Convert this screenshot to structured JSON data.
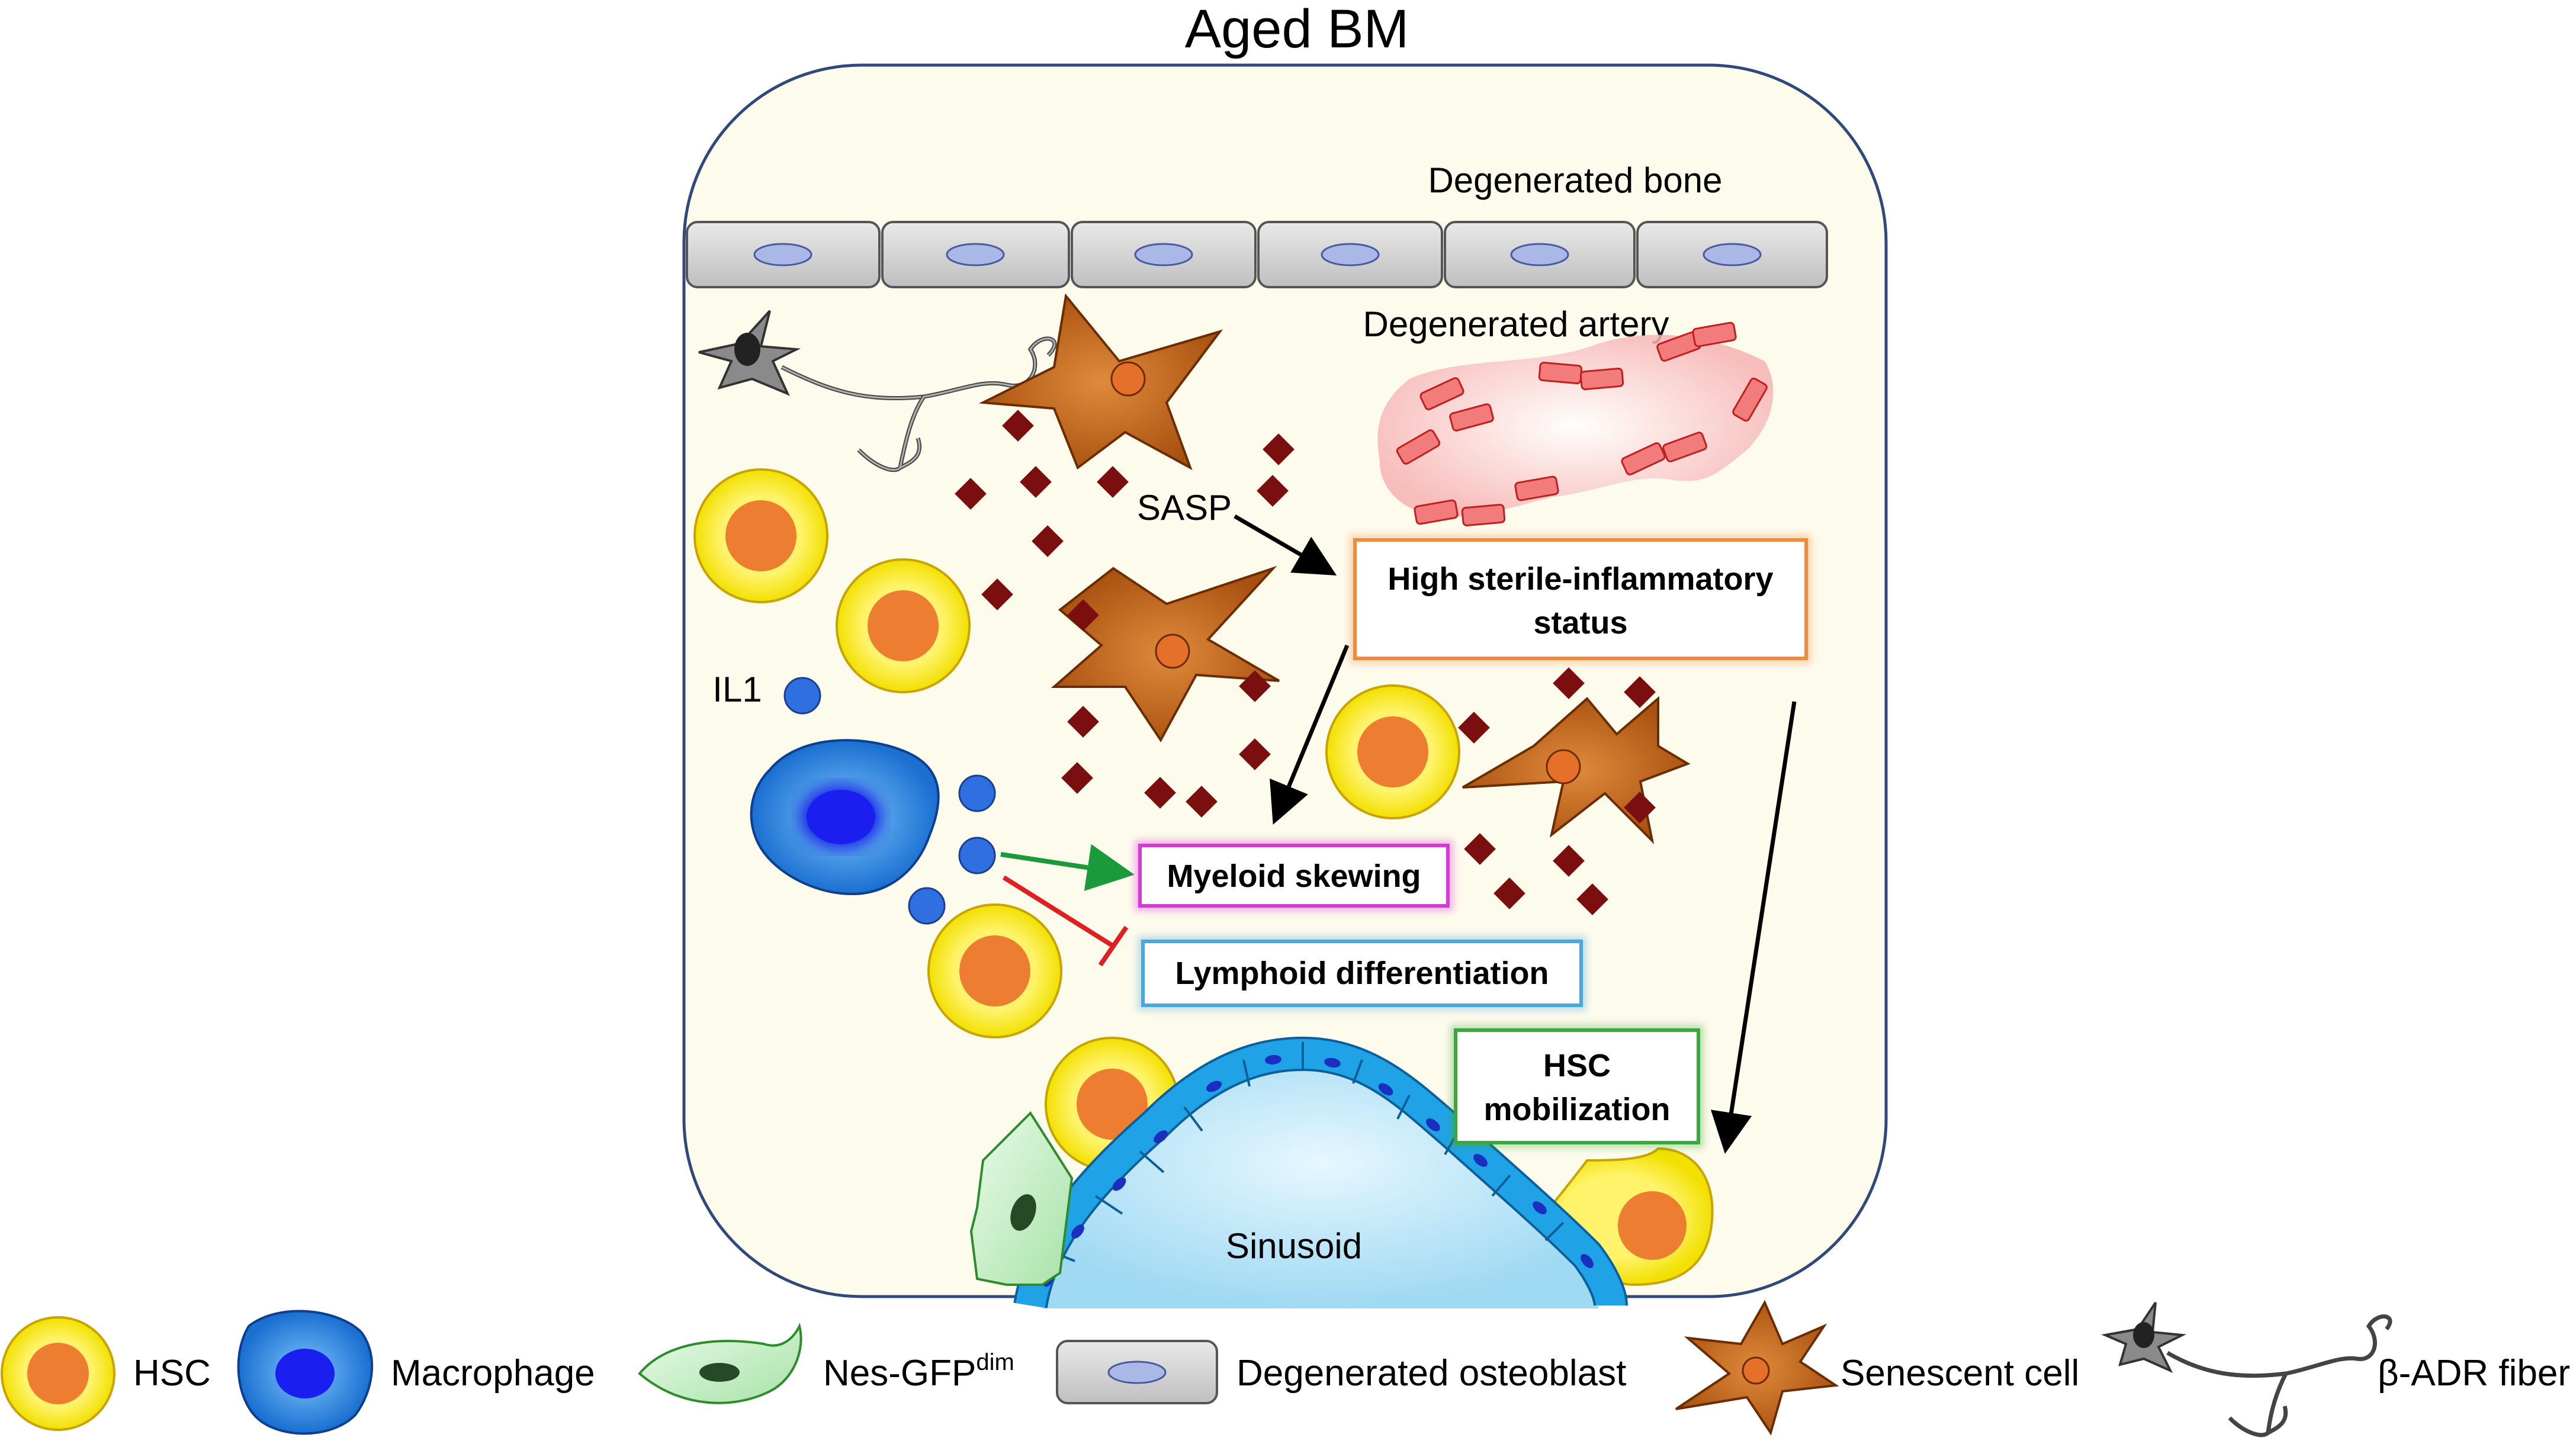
{
  "title": "Aged BM",
  "labels": {
    "degenerated_bone": "Degenerated bone",
    "degenerated_artery": "Degenerated artery",
    "sasp": "SASP",
    "il1": "IL1",
    "sinusoid": "Sinusoid"
  },
  "boxes": {
    "inflammatory_line1": "High sterile-inflammatory",
    "inflammatory_line2": "status",
    "myeloid": "Myeloid skewing",
    "lymphoid": "Lymphoid differentiation",
    "mobilization_line1": "HSC",
    "mobilization_line2": "mobilization"
  },
  "legend": {
    "hsc": "HSC",
    "macrophage": "Macrophage",
    "nes_gfp": "Nes-GFP",
    "nes_gfp_sup": "dim",
    "osteoblast": "Degenerated osteoblast",
    "senescent": "Senescent cell",
    "adr_fiber": "β-ADR fiber"
  },
  "colors": {
    "niche_fill": "#fdfbec",
    "niche_border": "#2f4a7a",
    "hsc_outer": "#ffee00",
    "hsc_inner": "#ed7d31",
    "senescent": "#c55a11",
    "sasp_particle": "#7b0f0f",
    "macrophage": "#1f6fd1",
    "il1": "#2f6fe0",
    "sinusoid": "#bfe6f7",
    "endothelium": "#1fa3e6",
    "artery": "#f08080",
    "osteoblast": "#d9d9d9",
    "nes_gfp": "#c6efc6",
    "inflammatory_border": "#f4a460",
    "myeloid_border": "#e040e0",
    "lymphoid_border": "#5bb0e0",
    "mobilization_border": "#3aa83a",
    "promote_arrow": "#1a9a3a",
    "inhibit_arrow": "#e02020"
  }
}
